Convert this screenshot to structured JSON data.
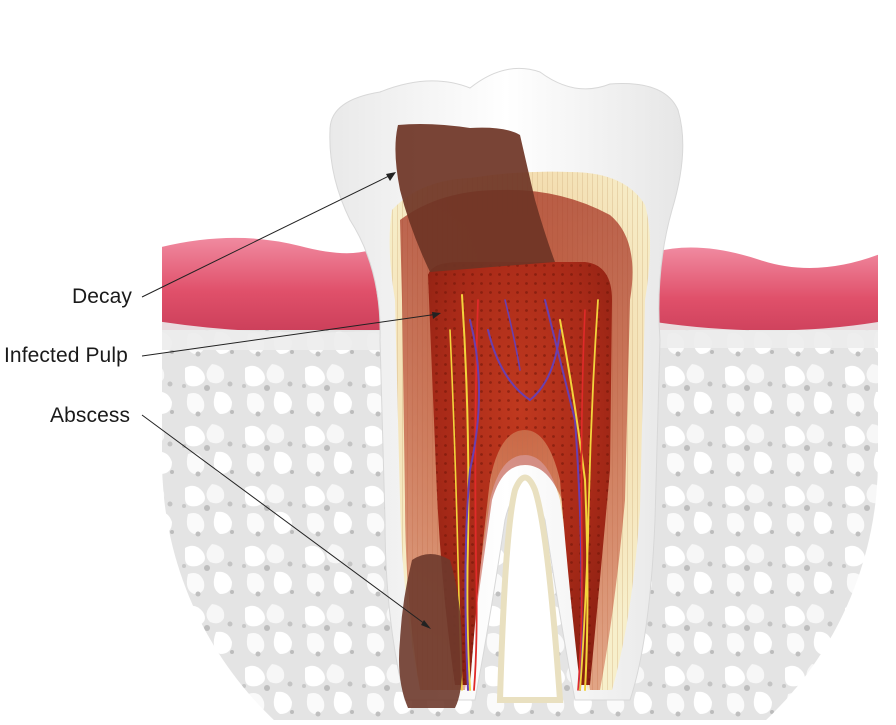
{
  "labels": {
    "decay": "Decay",
    "infected_pulp": "Infected Pulp",
    "abscess": "Abscess"
  },
  "colors": {
    "gum": "#e0506a",
    "bone": "#e8e8e8",
    "enamel": "#f4f4f4",
    "dentin": "#f1e7b8",
    "pulp": "#b5301c",
    "decay": "#6e3425",
    "abscess": "#6e3a2c",
    "nerve_yellow": "#f3d43c",
    "vessel_purple": "#6a3fb0",
    "vessel_red": "#e02a2a",
    "leader": "#222222"
  }
}
